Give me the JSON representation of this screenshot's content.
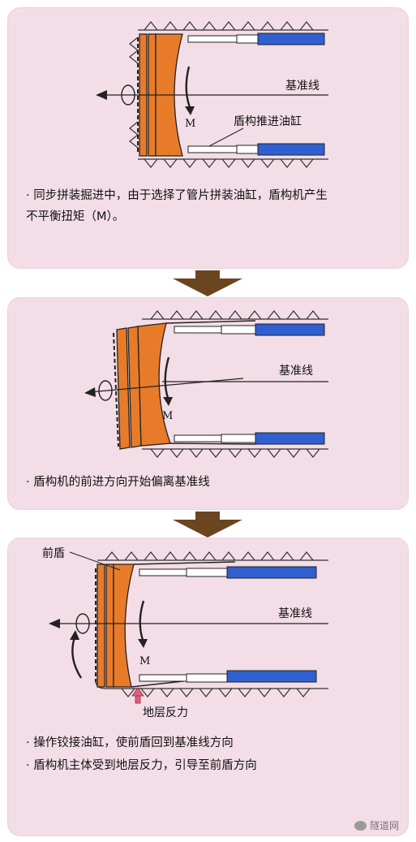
{
  "panel1": {
    "label_baseline": "基准线",
    "label_moment": "M",
    "label_cylinder": "盾构推进油缸",
    "caption": "· 同步拼装掘进中，由于选择了管片拼装油缸，盾构机产生\n不平衡扭矩（M）。"
  },
  "panel2": {
    "label_baseline": "基准线",
    "label_moment": "M",
    "caption": "· 盾构机的前进方向开始偏离基准线"
  },
  "panel3": {
    "label_front_shield": "前盾",
    "label_baseline": "基准线",
    "label_moment": "M",
    "label_ground_force": "地层反力",
    "caption_1": "· 操作铰接油缸，使前盾回到基准线方向",
    "caption_2": "· 盾构机主体受到地层反力，引导至前盾方向"
  },
  "colors": {
    "panel_bg": "#f3dde6",
    "shield_orange": "#e87b2a",
    "cylinder_blue": "#2f5fd0",
    "arrow_brown": "#6b4420",
    "reaction_arrow": "#e0607a"
  },
  "watermark": "隧道网"
}
